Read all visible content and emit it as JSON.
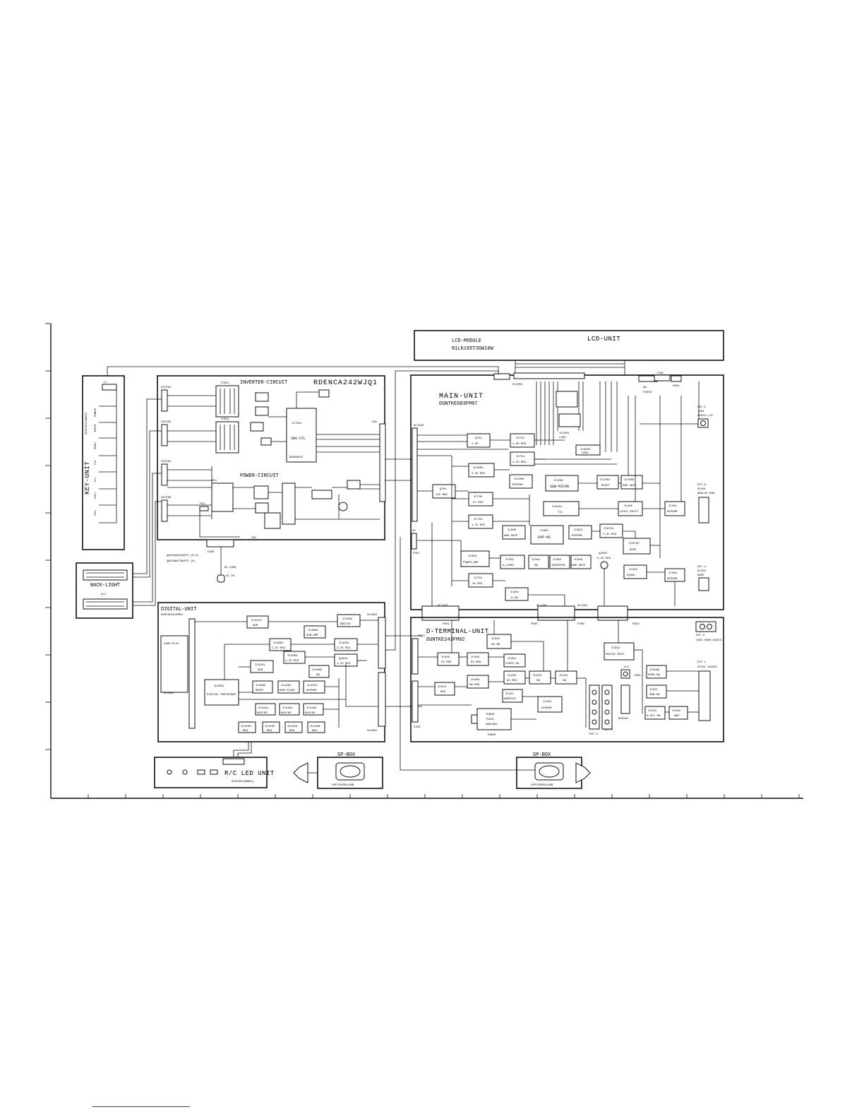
{
  "lcd_unit": {
    "title": "LCD-UNIT",
    "module": "LCD-MODULE",
    "part": "R1LK185T3GW10W"
  },
  "key_unit": {
    "title": "KEY-UNIT",
    "connector": "LF",
    "code": "DUNTK5244WE01",
    "keys": [
      "POWER",
      "INPUT",
      "MENU",
      "CH+",
      "CH-",
      "VOL+",
      "VOL-"
    ]
  },
  "back_light": {
    "title": "BACK-LIGHT",
    "cnt": "2x2"
  },
  "inverter": {
    "title": "INVERTER-CIRCUIT",
    "part": "RDENCA242WJQ1",
    "ic": "IC7501",
    "ic_func": "INV-CTL",
    "ic_part": "BD9882FV",
    "cns": [
      "CN7502",
      "CN7503",
      "CN7504",
      "CN7505"
    ],
    "trans": [
      "T7501",
      "T7502"
    ],
    "cn_out": "CN2"
  },
  "power": {
    "title": "POWER-CIRCUIT",
    "cn": "CN1",
    "fuse": "FS1",
    "bridge": "BD1",
    "cord1": "QACCKA021WJPZ (E/S)",
    "cord2": "QACCBA073WJPZ (K)",
    "cord_label": "AC-CODE",
    "ac_in": "AC-IN",
    "cn_ac": "CD90"
  },
  "main_unit": {
    "title": "MAIN-UNIT",
    "part": "DUNTKE683FM07",
    "ics": [
      {
        "id": "Q702",
        "v": "4.6V"
      },
      {
        "id": "IC701",
        "v": "1.8V REG"
      },
      {
        "id": "IC704",
        "v": "3.3V REG"
      },
      {
        "id": "IC2004",
        "v": "3.3V REG"
      },
      {
        "id": "Q701",
        "v": "12V REG"
      },
      {
        "id": "IC2003",
        "v": "EEPROM"
      },
      {
        "id": "IC2002",
        "v": "SUB-MICON"
      },
      {
        "id": "IC2001",
        "v": "RESET"
      },
      {
        "id": "IC2006",
        "v": "AND GATE"
      },
      {
        "id": "IC700",
        "v": "5V REG"
      },
      {
        "id": "IC703",
        "v": "1.2V REG"
      },
      {
        "id": "IC8101",
        "v": "TTL"
      },
      {
        "id": "IC800",
        "v": "AND GATE"
      },
      {
        "id": "IC801",
        "v": "DVP-M2"
      },
      {
        "id": "IC803",
        "v": "EEPROM"
      },
      {
        "id": "IC8701",
        "v": "3.3V REG"
      },
      {
        "id": "IC8702",
        "v": "HDMI"
      },
      {
        "id": "IC405",
        "v": "LEVEL SHIFT"
      },
      {
        "id": "IC401",
        "v": "EEPROM"
      },
      {
        "id": "IC303",
        "v": "POWER_AMP"
      },
      {
        "id": "IC302",
        "v": "A_CODEC"
      },
      {
        "id": "IC304",
        "v": "SW"
      },
      {
        "id": "IC305",
        "v": "INVERTER"
      },
      {
        "id": "IC306",
        "v": "AND GATE"
      },
      {
        "id": "Q2002",
        "v": "3.3V REG"
      },
      {
        "id": "IC402",
        "v": "EQUAL"
      },
      {
        "id": "IC403",
        "v": "EEPROM"
      },
      {
        "id": "IC702",
        "v": "3V REG"
      },
      {
        "id": "IC301",
        "v": "A_SW"
      },
      {
        "id": "IC1001",
        "v": "LVDS"
      },
      {
        "id": "IC9202",
        "v": "CONV"
      }
    ],
    "sc_labels": [
      "SC1204",
      "SC1202",
      "SC1201",
      "SC1203",
      "SC2001",
      "P2001",
      "P2003",
      "P801",
      "P301"
    ],
    "ra": "RA",
    "jtag": "JTAG"
  },
  "digital_unit": {
    "title": "DIGITAL-UNIT",
    "part": "DUNTK5023FM01",
    "card": "CARD-SLOT",
    "sc_card": "SC4401",
    "ics": [
      {
        "id": "IC4410",
        "v": "ADD"
      },
      {
        "id": "IC4803",
        "v": "SUB-AMP"
      },
      {
        "id": "IC4602",
        "v": "SWITCH"
      },
      {
        "id": "IC4604",
        "v": "1.2V REG"
      },
      {
        "id": "IC4203",
        "v": "3.3V REG"
      },
      {
        "id": "IC4601",
        "v": "3.3V REG"
      },
      {
        "id": "Q4603",
        "v": "1.2V REG"
      },
      {
        "id": "IC4201",
        "v": "DDR"
      },
      {
        "id": "IC4605",
        "v": "SW"
      },
      {
        "id": "IC4001",
        "v": "DIGITAL PROCESSOR"
      },
      {
        "id": "IC4005",
        "v": "RESET"
      },
      {
        "id": "IC4202",
        "v": "NOR-FLASH"
      },
      {
        "id": "IC4304",
        "v": "EEPROM"
      },
      {
        "id": "IC4401",
        "v": "BUFFER"
      },
      {
        "id": "IC4404",
        "v": "BUFFER"
      },
      {
        "id": "IC4402",
        "v": "BUFFER"
      },
      {
        "id": "IC4406",
        "v": "REG"
      },
      {
        "id": "IC4405",
        "v": "REG"
      },
      {
        "id": "IC4403",
        "v": "REG"
      },
      {
        "id": "IC4408",
        "v": "REG"
      }
    ],
    "sc1": "SC4602",
    "sc2": "SC4601"
  },
  "dterm_unit": {
    "title": "D-TERMINAL-UNIT",
    "part": "DUNTKE243FM02",
    "ics": [
      {
        "id": "IC501",
        "v": "AV-SW"
      },
      {
        "id": "IC502",
        "v": "RS232C-DRIV"
      },
      {
        "id": "IC505",
        "v": "5V REG"
      },
      {
        "id": "IC504",
        "v": "9V REG"
      },
      {
        "id": "IC304",
        "v": "VIDEO SW"
      },
      {
        "id": "IC503",
        "v": "REG"
      },
      {
        "id": "IC508",
        "v": "SW REG"
      },
      {
        "id": "IC206",
        "v": "8V REG"
      },
      {
        "id": "IC205",
        "v": "SW"
      },
      {
        "id": "IC203",
        "v": "SW"
      },
      {
        "id": "IC508b",
        "v": "DVBS-SW"
      },
      {
        "id": "IC207",
        "v": "DEMPLEX"
      },
      {
        "id": "IC202",
        "v": "EEPROM"
      },
      {
        "id": "IC507",
        "v": "RGB-SW"
      },
      {
        "id": "IC510",
        "v": "A-OUT SW"
      },
      {
        "id": "IC506",
        "v": "AMP"
      }
    ],
    "tuner": "TUNER",
    "tuner_id": "TU201",
    "tuner_part": "AA019WJ",
    "ext1": "EXT-1",
    "ext1_sub": "SC501 SCART1",
    "ext2": "EXT-2",
    "ext3": "EXT-3",
    "ext4": "EXT-4",
    "ext4_sub": "J504 HDMI-AUDIO",
    "rs232": "RS232C",
    "hp": "H/P",
    "hp_j": "J505",
    "p_labels": [
      "P503",
      "P801",
      "P505",
      "P300",
      "P502",
      "P202",
      "P203"
    ]
  },
  "ext_main": [
    {
      "name": "EXT-5",
      "sub": "J401",
      "sub2": "AUDIO-L/R"
    },
    {
      "name": "EXT-6",
      "sub": "SC401",
      "sub2": "ANALOG RGB"
    },
    {
      "name": "EXT-4",
      "sub": "SC402",
      "sub2": "HDMI"
    }
  ],
  "rc_led": {
    "title": "R/C LED UNIT",
    "part": "DUNTKE248WE01",
    "ra": "RA"
  },
  "sp_box": [
    {
      "title": "SP-BOX",
      "part": "VSP7530PA11BB"
    },
    {
      "title": "SP-BOX",
      "part": "VSP7530PA11BB"
    }
  ],
  "sp_label": "SP"
}
